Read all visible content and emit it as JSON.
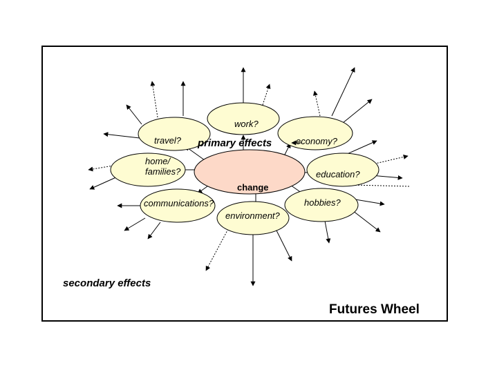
{
  "diagram": {
    "title": "Futures Wheel",
    "center": "change",
    "primary_label": "primary effects",
    "secondary_label": "secondary effects",
    "nodes": {
      "work": "work?",
      "travel": "travel?",
      "economy": "economy?",
      "home": "home/ families?",
      "education": "education?",
      "communications": "communications?",
      "hobbies": "hobbies?",
      "environment": "environment?"
    },
    "colors": {
      "center_fill": "#fdd9c8",
      "node_fill": "#fefcd2",
      "stroke": "#000000"
    }
  }
}
